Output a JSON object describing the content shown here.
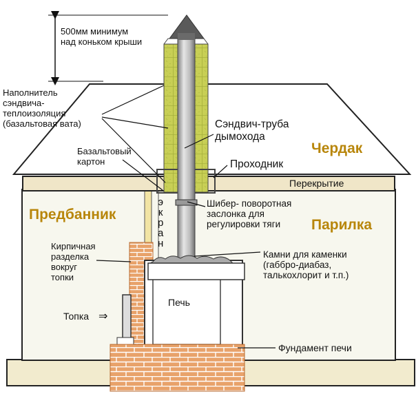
{
  "colors": {
    "room_label": "#b8860b",
    "insulation": "#c8cf55",
    "brick": "#e8a26a",
    "pipe": "#b9b9b9",
    "floor_band": "#f0e6c8",
    "wall_fill": "#f7f7ed"
  },
  "rooms": {
    "attic": "Чердак",
    "dressing_room": "Предбанник",
    "steam_room": "Парилка"
  },
  "labels": {
    "height_min": [
      "500мм минимум",
      "над коньком крыши"
    ],
    "filler": [
      "Наполнитель",
      "сэндвича-",
      "теплоизоляция",
      "(базальтовая вата)"
    ],
    "sandwich_pipe": [
      "Сэндвич-труба",
      "дымохода"
    ],
    "passage": "Проходник",
    "basalt_board": [
      "Базальтовый",
      "картон"
    ],
    "floor_slab": "Перекрытие",
    "damper": [
      "Шибер- поворотная",
      "заслонка для",
      "регулировки тяги"
    ],
    "screen_vertical": [
      "э",
      "к",
      "р",
      "а",
      "н"
    ],
    "brick_cutoff": [
      "Кирпичная",
      "разделка",
      "вокруг",
      "топки"
    ],
    "stones": [
      "Камни для каменки",
      "(габбро-диабаз,",
      "талькохлорит и т.п.)"
    ],
    "firebox": "Топка",
    "firebox_arrow": "⇒",
    "stove": "Печь",
    "stove_foundation": "Фундамент печи"
  }
}
